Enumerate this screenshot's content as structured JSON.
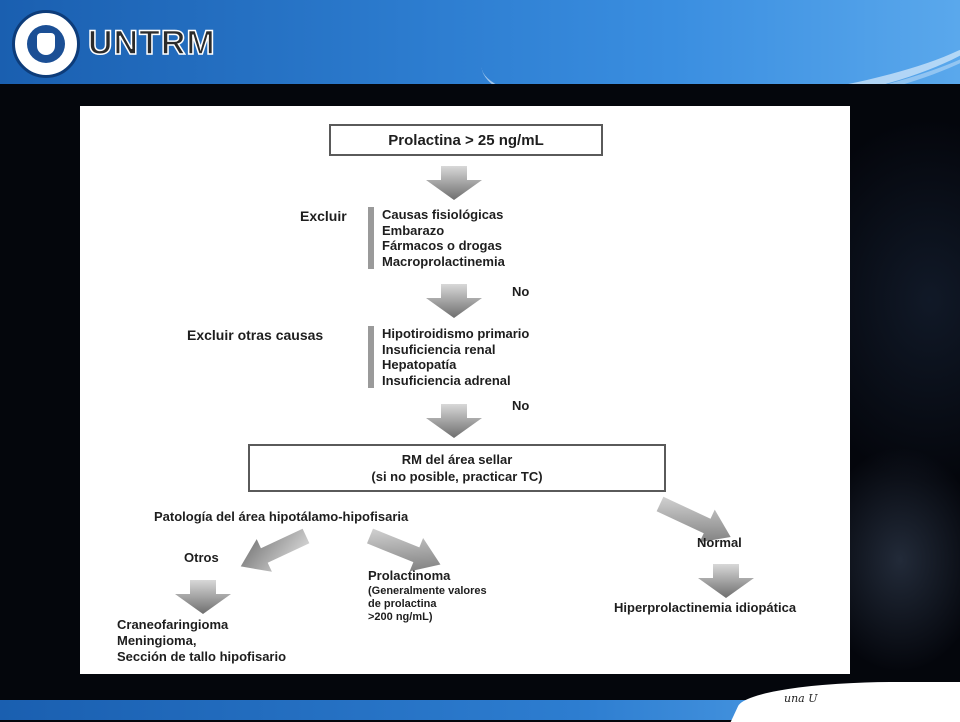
{
  "header": {
    "brand": "UNTRM"
  },
  "footer": {
    "tagline": "una U"
  },
  "flowchart": {
    "start": "Prolactina > 25 ng/mL",
    "step1": {
      "label": "Excluir",
      "items": [
        "Causas fisiológicas",
        "Embarazo",
        "Fármacos o drogas",
        "Macroprolactinemia"
      ],
      "answer": "No"
    },
    "step2": {
      "label": "Excluir otras causas",
      "items": [
        "Hipotiroidismo primario",
        "Insuficiencia renal",
        "Hepatopatía",
        "Insuficiencia adrenal"
      ],
      "answer": "No"
    },
    "imaging": {
      "line1": "RM del área sellar",
      "line2": "(si no posible, practicar TC)"
    },
    "pathology": "Patología del área hipotálamo-hipofisaria",
    "others": {
      "label": "Otros",
      "results": [
        "Craneofaringioma",
        "Meningioma,",
        "Sección de tallo hipofisario"
      ]
    },
    "prolactinoma": {
      "label": "Prolactinoma",
      "notes": [
        "(Generalmente valores",
        "de prolactina",
        ">200 ng/mL)"
      ]
    },
    "normal": {
      "label": "Normal",
      "result": "Hiperprolactinemia idiopática"
    }
  }
}
